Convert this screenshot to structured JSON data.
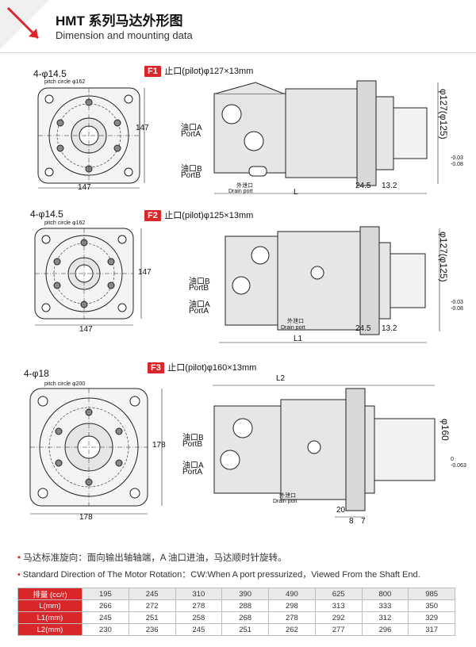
{
  "header": {
    "title_cn": "HMT 系列马达外形图",
    "title_en": "Dimension and mounting data"
  },
  "sections": [
    {
      "badge": "F1",
      "pilot": "止口(pilot)φ127×13mm",
      "holes": "4-φ14.5",
      "pitch_circle": "pitch circle φ162",
      "width_dim": "147",
      "height_dim": "147",
      "port_a_cn": "油口A",
      "port_a_en": "PortA",
      "port_b_cn": "油口B",
      "port_b_en": "PortB",
      "drain_cn": "外泄口",
      "drain_en": "Drain port",
      "length_label": "L",
      "dim_a": "24.5",
      "dim_b": "13.2",
      "dia_main": "φ127(φ125)",
      "dia_tol_top": "-0.03",
      "dia_tol_bot": "-0.08"
    },
    {
      "badge": "F2",
      "pilot": "止口(pilot)φ125×13mm",
      "holes": "4-φ14.5",
      "pitch_circle": "pitch circle φ162",
      "width_dim": "147",
      "height_dim": "147",
      "port_a_cn": "油口A",
      "port_a_en": "PortA",
      "port_b_cn": "油口B",
      "port_b_en": "PortB",
      "drain_cn": "外泄口",
      "drain_en": "Drain port",
      "length_label": "L1",
      "dim_a": "24.5",
      "dim_b": "13.2",
      "dia_main": "φ127(φ125)",
      "dia_tol_top": "-0.03",
      "dia_tol_bot": "-0.08"
    },
    {
      "badge": "F3",
      "pilot": "止口(pilot)φ160×13mm",
      "holes": "4-φ18",
      "pitch_circle": "pitch circle φ200",
      "width_dim": "178",
      "height_dim": "178",
      "port_a_cn": "油口A",
      "port_a_en": "PortA",
      "port_b_cn": "油口B",
      "port_b_en": "PortB",
      "drain_cn": "外泄口",
      "drain_en": "Drain port",
      "length_label": "L2",
      "dim_a": "20",
      "dim_b": "8",
      "dim_c": "7",
      "dia_main": "φ160",
      "dia_tol_top": "0",
      "dia_tol_bot": "-0.063"
    }
  ],
  "notes": {
    "cn": "马达标准旋向：面向输出轴轴端，A 油口进油，马达顺时针旋转。",
    "en": "Standard Direction of The Motor Rotation：CW:When A port pressurized，Viewed From the Shaft End."
  },
  "table": {
    "header_label": "排量 (cc/r)",
    "displacements": [
      "195",
      "245",
      "310",
      "390",
      "490",
      "625",
      "800",
      "985"
    ],
    "rows": [
      {
        "label": "L(mm)",
        "values": [
          "266",
          "272",
          "278",
          "288",
          "298",
          "313",
          "333",
          "350"
        ]
      },
      {
        "label": "L1(mm)",
        "values": [
          "245",
          "251",
          "258",
          "268",
          "278",
          "292",
          "312",
          "329"
        ]
      },
      {
        "label": "L2(mm)",
        "values": [
          "230",
          "236",
          "245",
          "251",
          "262",
          "277",
          "296",
          "317"
        ]
      }
    ]
  },
  "colors": {
    "accent": "#d9262b",
    "line": "#222222",
    "body_fill": "#e6e6e6"
  }
}
